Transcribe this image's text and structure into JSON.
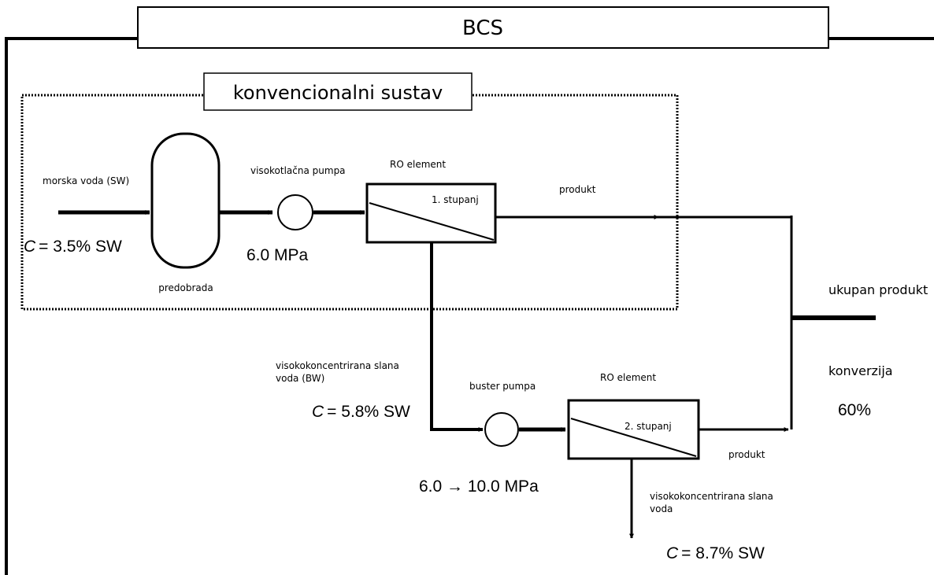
{
  "header": {
    "title": "BCS"
  },
  "conventional_system": {
    "label": "konvencionalni sustav"
  },
  "inlet": {
    "label": "morska voda (SW)",
    "concentration_symbol": "C",
    "concentration_value": "= 3.5% SW"
  },
  "pretreatment": {
    "label": "predobrada"
  },
  "high_pressure_pump": {
    "label": "visokotlačna pumpa",
    "pressure": "6.0 MPa"
  },
  "ro_stage1": {
    "title": "RO element",
    "stage": "1. stupanj",
    "product_label": "produkt"
  },
  "brine_stage1": {
    "label_line1": "visokokoncentrirana slana",
    "label_line2": "voda (BW)",
    "concentration_symbol": "C",
    "concentration_value": "= 5.8% SW"
  },
  "booster_pump": {
    "label": "buster pumpa",
    "pressure": "6.0 → 10.0 MPa"
  },
  "ro_stage2": {
    "title": "RO element",
    "stage": "2. stupanj",
    "product_label": "produkt"
  },
  "brine_stage2": {
    "label_line1": "visokokoncentrirana slana",
    "label_line2": "voda",
    "concentration_symbol": "C",
    "concentration_value": "= 8.7% SW"
  },
  "total_product": {
    "label": "ukupan produkt"
  },
  "conversion": {
    "label": "konverzija",
    "value": "60%"
  }
}
